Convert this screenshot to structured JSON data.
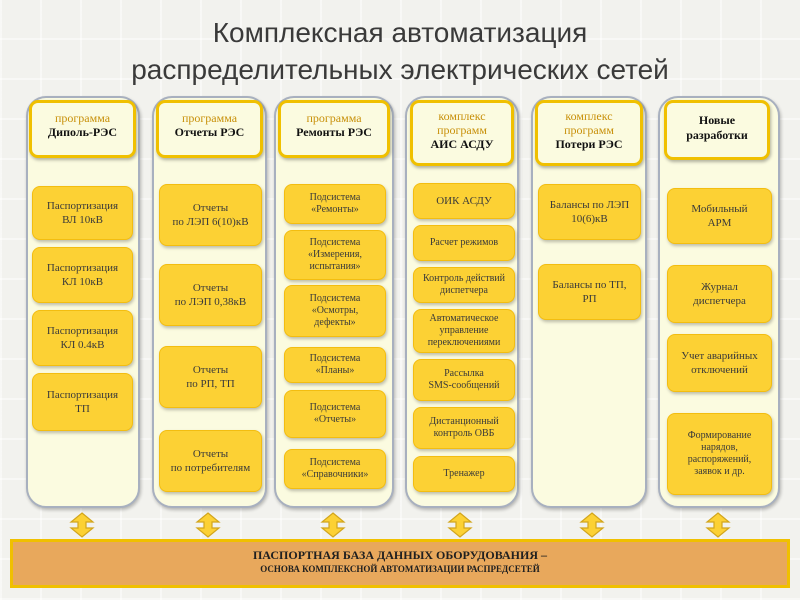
{
  "title": {
    "line1": "Комплексная автоматизация",
    "line2": "распределительных электрических сетей"
  },
  "columns": [
    {
      "header": {
        "line1": "программа",
        "line2": "Диполь-РЭС"
      },
      "items": [
        {
          "l1": "Паспортизация",
          "l2": "ВЛ 10кВ"
        },
        {
          "l1": "Паспортизация",
          "l2": "КЛ 10кВ"
        },
        {
          "l1": "Паспортизация",
          "l2": "КЛ 0.4кВ"
        },
        {
          "l1": "Паспортизация",
          "l2": "ТП"
        }
      ]
    },
    {
      "header": {
        "line1": "программа",
        "line2": "Отчеты РЭС"
      },
      "items": [
        {
          "l1": "Отчеты",
          "l2": "по ЛЭП 6(10)кВ"
        },
        {
          "l1": "Отчеты",
          "l2": "по ЛЭП 0,38кВ"
        },
        {
          "l1": "Отчеты",
          "l2": "по РП, ТП"
        },
        {
          "l1": "Отчеты",
          "l2": "по потребителям"
        }
      ]
    },
    {
      "header": {
        "line1": "программа",
        "line2": "Ремонты РЭС"
      },
      "items": [
        {
          "l1": "Подсистема",
          "l2": "«Ремонты»"
        },
        {
          "l1": "Подсистема",
          "l2": "«Измерения,",
          "l3": "испытания»"
        },
        {
          "l1": "Подсистема",
          "l2": "«Осмотры,",
          "l3": "дефекты»"
        },
        {
          "l1": "Подсистема",
          "l2": "«Планы»"
        },
        {
          "l1": "Подсистема",
          "l2": "«Отчеты»"
        },
        {
          "l1": "Подсистема",
          "l2": "«Справочники»"
        }
      ]
    },
    {
      "header": {
        "line1": "комплекс",
        "line2": "программ",
        "line3": "АИС АСДУ"
      },
      "items": [
        {
          "l1": "ОИК АСДУ"
        },
        {
          "l1": "Расчет режимов"
        },
        {
          "l1": "Контроль действий",
          "l2": "диспетчера"
        },
        {
          "l1": "Автоматическое",
          "l2": "управление",
          "l3": "переключениями"
        },
        {
          "l1": "Рассылка",
          "l2": "SMS-сообщений"
        },
        {
          "l1": "Дистанционный",
          "l2": "контроль ОВБ"
        },
        {
          "l1": "Тренажер"
        }
      ]
    },
    {
      "header": {
        "line1": "комплекс",
        "line2": "программ",
        "line3": "Потери РЭС"
      },
      "items": [
        {
          "l1": "Балансы по ЛЭП",
          "l2": "10(6)кВ"
        },
        {
          "l1": "Балансы по ТП,",
          "l2": "РП"
        }
      ]
    },
    {
      "header": {
        "line1": "Новые",
        "line2": "разработки"
      },
      "items": [
        {
          "l1": "Мобильный",
          "l2": "АРМ"
        },
        {
          "l1": "Журнал",
          "l2": "диспетчера"
        },
        {
          "l1": "Учет аварийных",
          "l2": "отключений"
        },
        {
          "l1": "Формирование",
          "l2": "нарядов,",
          "l3": "распоряжений,",
          "l4": "заявок и др."
        }
      ]
    }
  ],
  "base": {
    "line1": "ПАСПОРТНАЯ БАЗА ДАННЫХ ОБОРУДОВАНИЯ –",
    "line2": "ОСНОВА КОМПЛЕКСНОЙ АВТОМАТИЗАЦИИ РАСПРЕДСЕТЕЙ"
  },
  "colors": {
    "column_fill": "#fbfbe0",
    "header_border": "#f0c000",
    "item_fill": "#fcd134",
    "base_fill": "#e8a85c",
    "arrow_fill": "#fcd134"
  },
  "icons": [
    "double-arrow-icon"
  ]
}
